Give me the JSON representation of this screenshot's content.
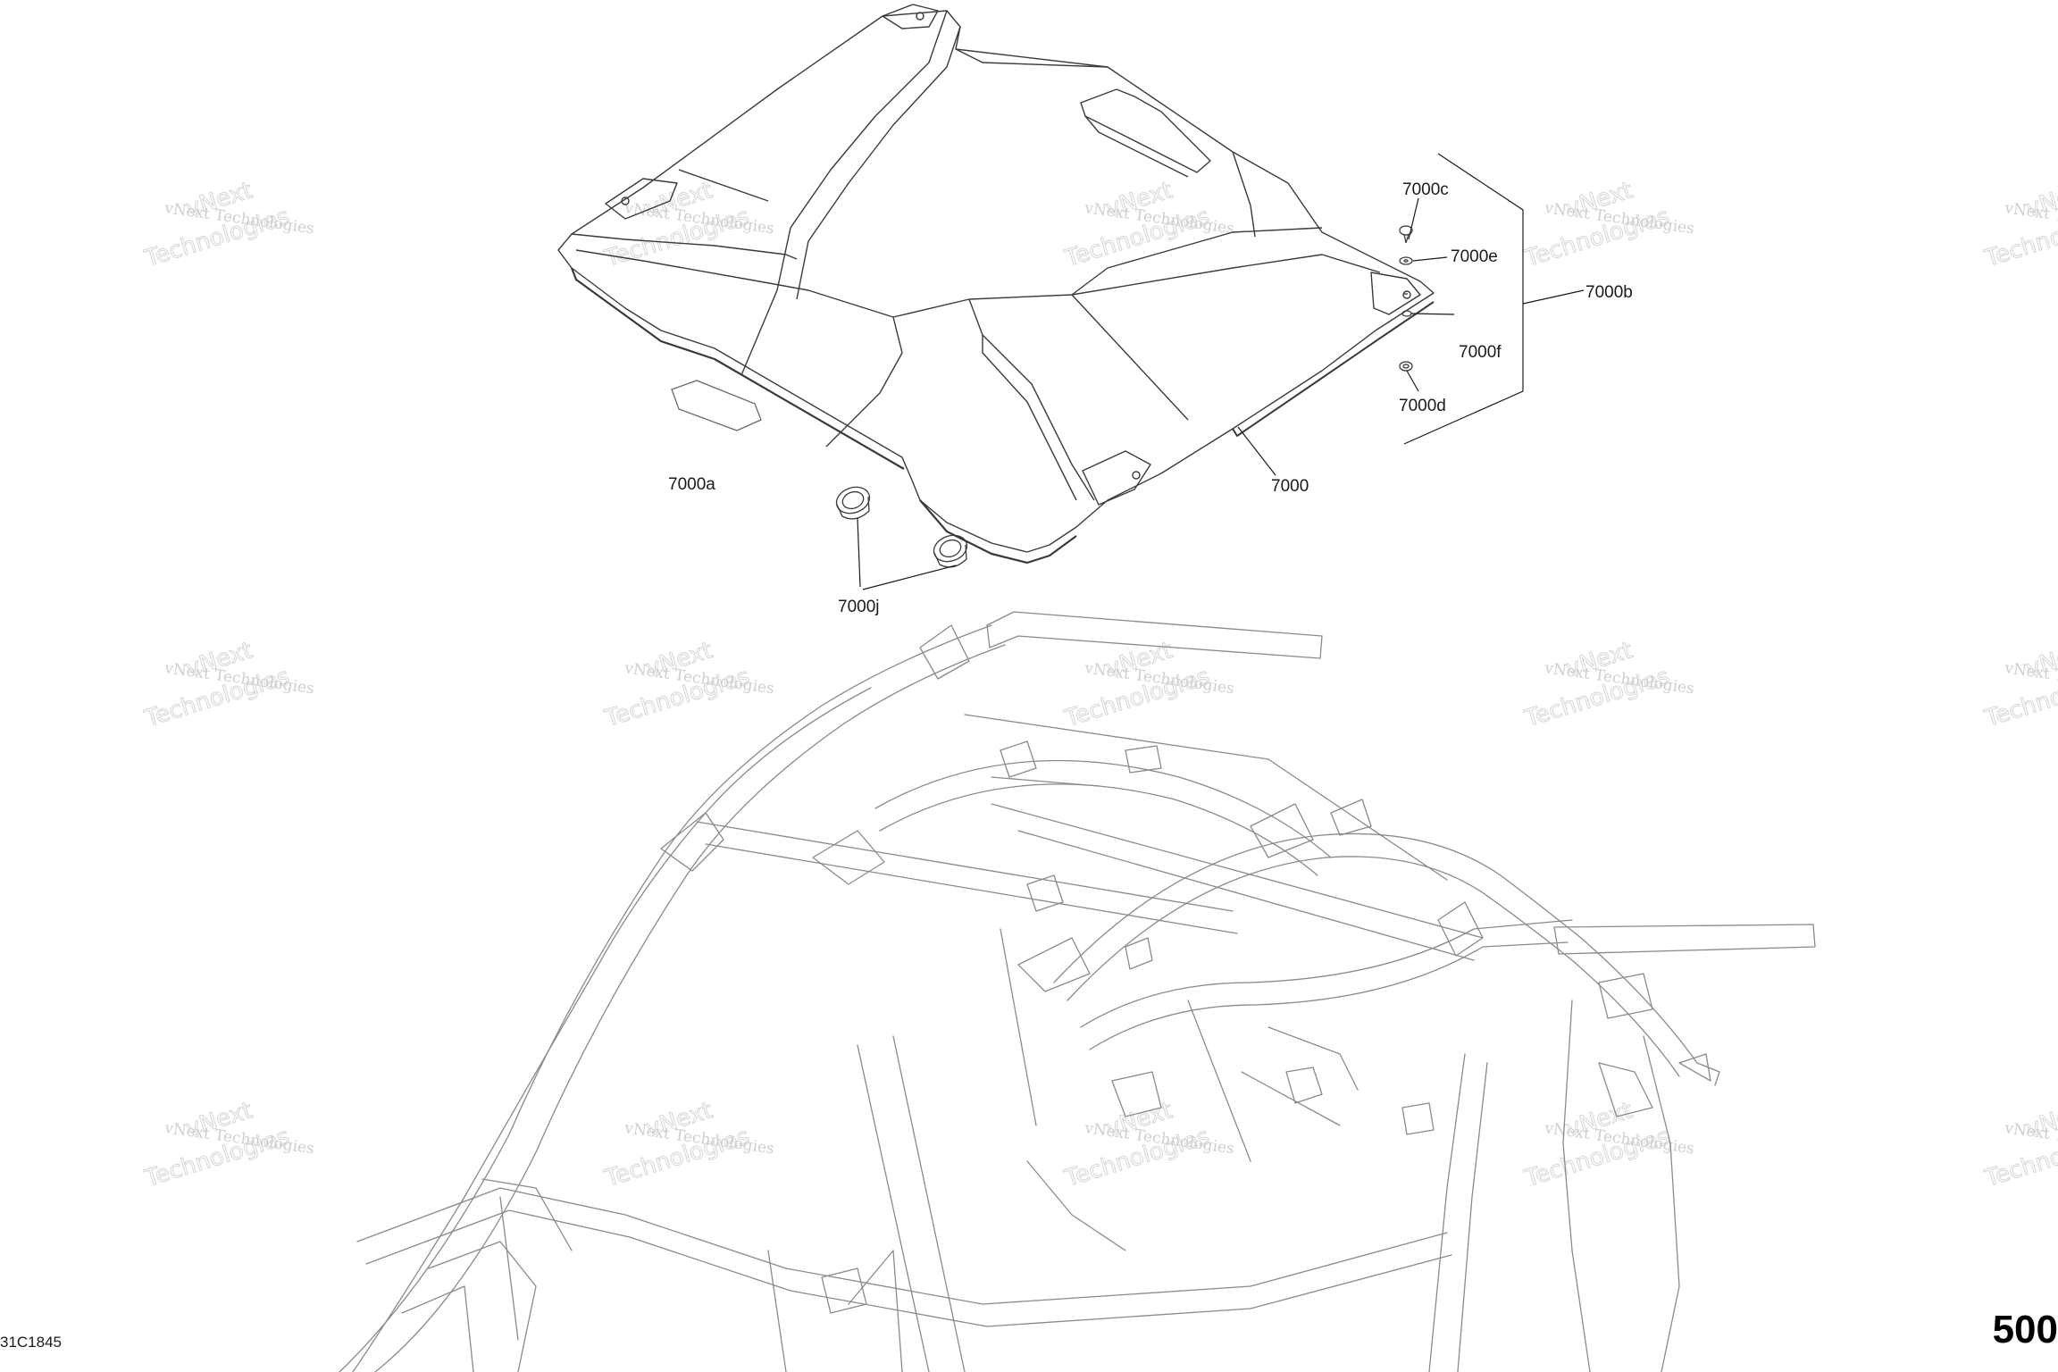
{
  "callouts": {
    "c7000": "7000",
    "c7000a": "7000a",
    "c7000b": "7000b",
    "c7000c": "7000c",
    "c7000d": "7000d",
    "c7000e": "7000e",
    "c7000f": "7000f",
    "c7000j": "7000j"
  },
  "watermark": {
    "line1": "vNext Technologies",
    "line2": "vNext",
    "line3": "Technologies"
  },
  "figure_id": "31C1845",
  "page_number": "500",
  "colors": {
    "line": "#3a3a3a",
    "frame_line": "#8a8a8a",
    "watermark": "#cfcfcf"
  }
}
